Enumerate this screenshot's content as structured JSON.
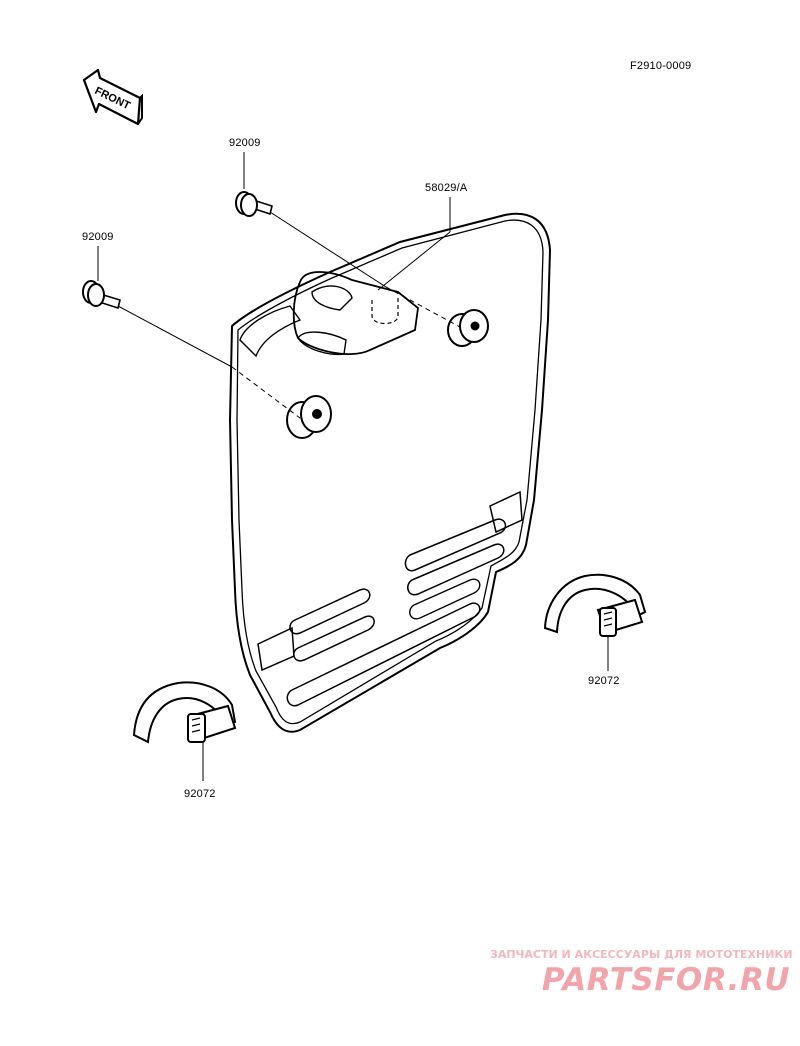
{
  "diagram_code": "F2910-0009",
  "front_arrow_label": "FRONT",
  "callouts": {
    "bolt_upper": "92009",
    "bolt_left": "92009",
    "number_plate": "58029/A",
    "band_right": "92072",
    "band_left": "92072"
  },
  "watermark": {
    "tagline": "ЗАПЧАСТИ И АКСЕССУАРЫ ДЛЯ МОТОТЕХНИКИ",
    "brand": "PARTSFOR.RU",
    "color": "#f2a4ab"
  }
}
